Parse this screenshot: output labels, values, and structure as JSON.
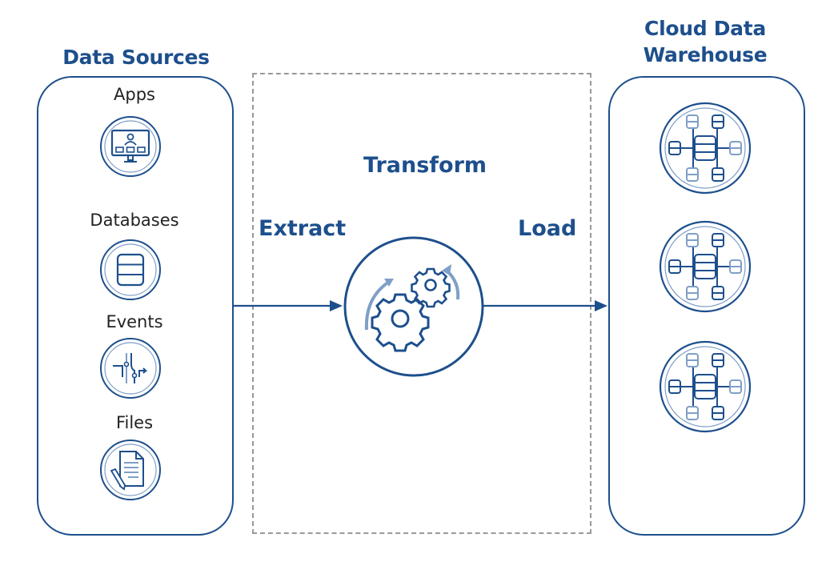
{
  "sources": {
    "title": "Data Sources",
    "items": [
      {
        "label": "Apps",
        "icon": "computer-user-icon"
      },
      {
        "label": "Databases",
        "icon": "database-icon"
      },
      {
        "label": "Events",
        "icon": "event-stream-icon"
      },
      {
        "label": "Files",
        "icon": "document-pen-icon"
      }
    ]
  },
  "pipeline": {
    "transform_label": "Transform",
    "extract_label": "Extract",
    "load_label": "Load",
    "icon": "gears-icon"
  },
  "warehouse": {
    "title_line1": "Cloud Data",
    "title_line2": "Warehouse",
    "icon": "database-network-icon"
  },
  "colors": {
    "primary": "#1d4f8c",
    "light": "#7f9fc7",
    "dashed_border": "#9a9a9a"
  }
}
